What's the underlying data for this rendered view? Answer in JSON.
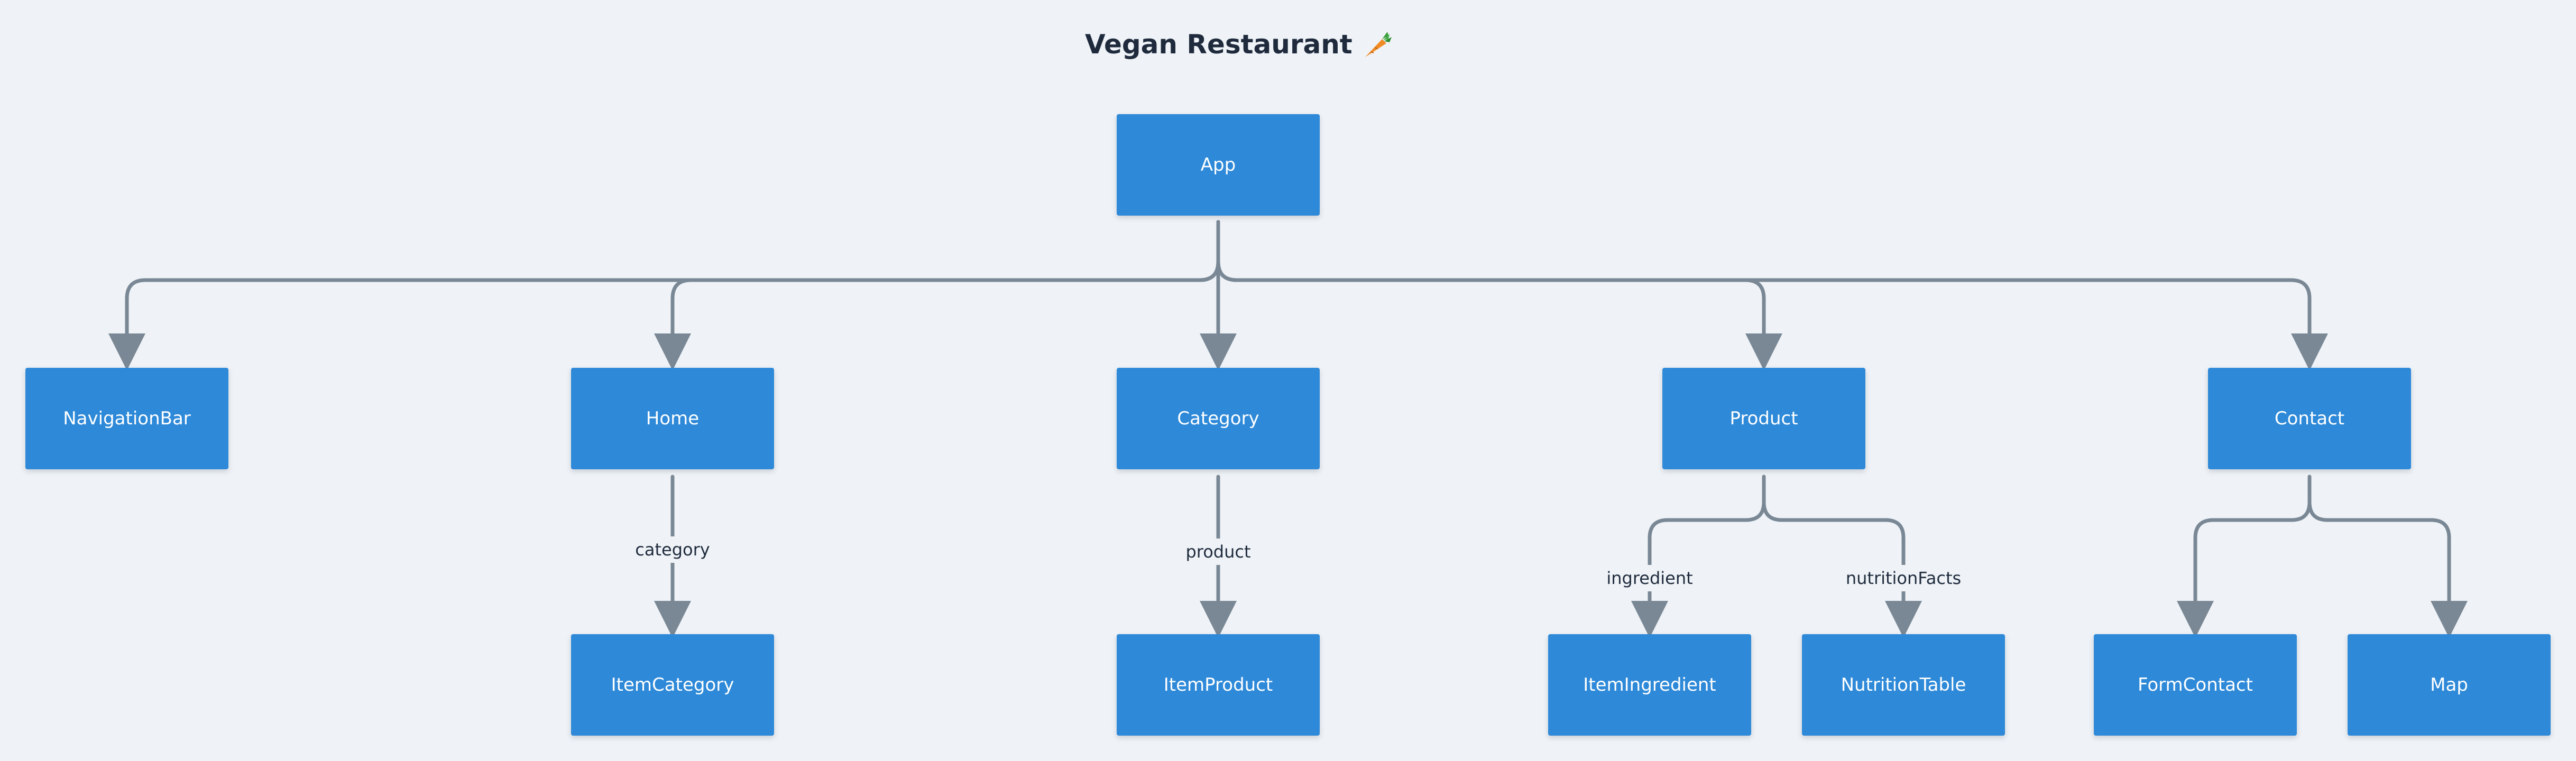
{
  "title": "Vegan Restaurant",
  "title_icon": "carrot-icon",
  "colors": {
    "background": "#eff3f7",
    "node_fill": "#2e89d8",
    "node_text": "#ffffff",
    "edge": "#7a8896",
    "title_text": "#1f2b3d"
  },
  "nodes": {
    "app": "App",
    "navigation_bar": "NavigationBar",
    "home": "Home",
    "category": "Category",
    "product": "Product",
    "contact": "Contact",
    "item_category": "ItemCategory",
    "item_product": "ItemProduct",
    "item_ingredient": "ItemIngredient",
    "nutrition_table": "NutritionTable",
    "form_contact": "FormContact",
    "map": "Map"
  },
  "edge_labels": {
    "home_to_item_category": "category",
    "category_to_item_product": "product",
    "product_to_item_ingredient": "ingredient",
    "product_to_nutrition_table": "nutritionFacts"
  }
}
